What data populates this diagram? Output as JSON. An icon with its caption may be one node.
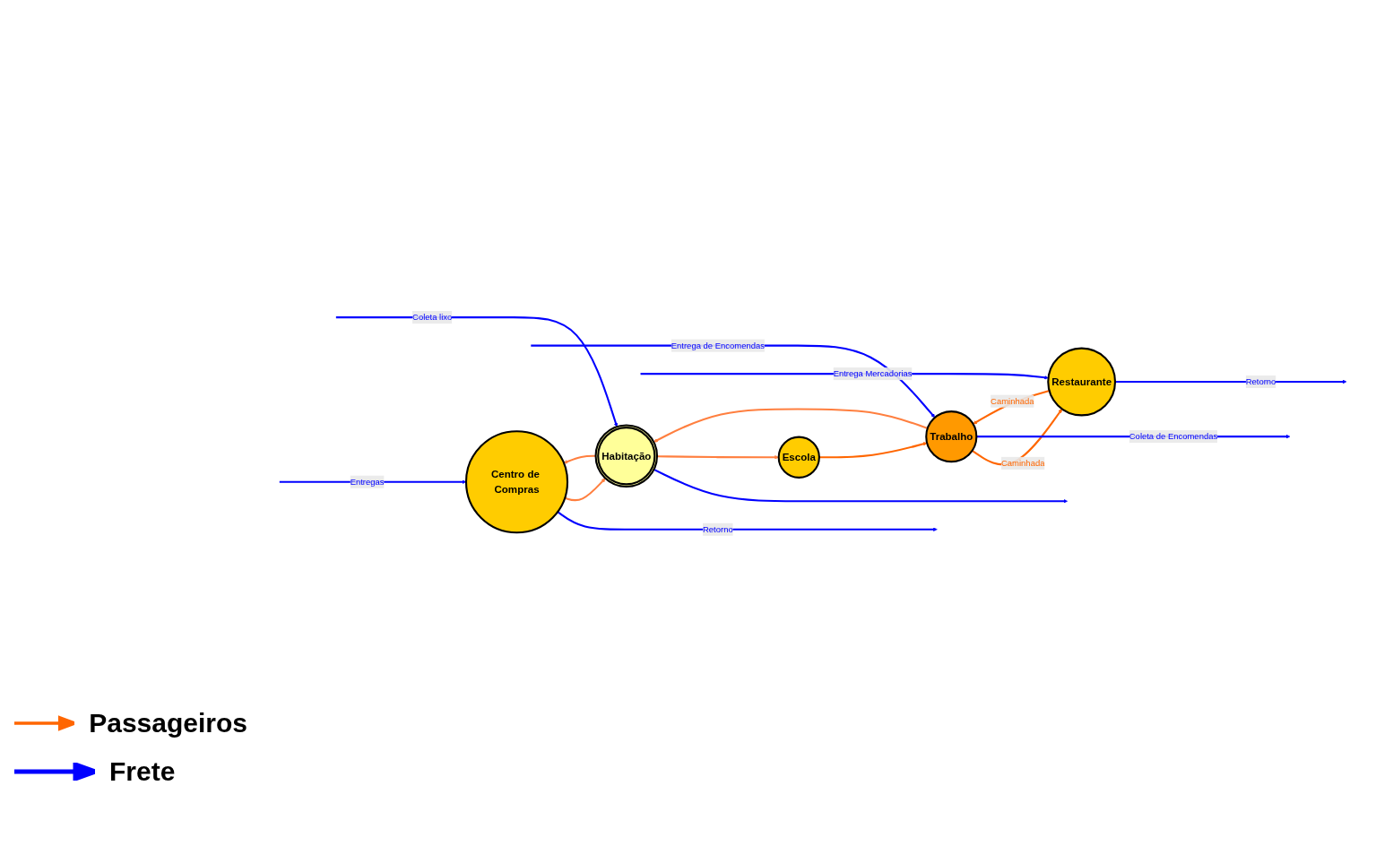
{
  "diagram": {
    "nodes": [
      {
        "text": [
          "Centro de Compras"
        ]
      },
      {
        "text": [
          "Habitação"
        ]
      },
      {
        "text": [
          "Restaurante"
        ]
      },
      {
        "text": [
          "Trabalho"
        ]
      },
      {
        "text": [
          "Escola"
        ]
      }
    ],
    "edges": [
      {
        "from": null,
        "to": 0,
        "arrow": "to",
        "label": "Entregas"
      },
      {
        "from": 0,
        "to": null,
        "arrow": "to",
        "label": "Retorno"
      },
      {
        "from": 0,
        "to": 1,
        "arrow": "to",
        "color": "#ff7f3f"
      },
      {
        "from": 1,
        "to": 0,
        "arrow": "to",
        "color": "#ff7f3f"
      },
      {
        "from": null,
        "to": 1,
        "arrow": "to",
        "label": "Coleta lixo"
      },
      {
        "from": 1,
        "to": null,
        "arrow": "to"
      },
      {
        "from": 1,
        "to": 4,
        "arrow": "to",
        "color": "#ff7f3f"
      },
      {
        "from": 4,
        "to": 3,
        "arrow": "to",
        "color": "#ff6600"
      },
      {
        "from": 3,
        "to": 1,
        "arrow": "to",
        "color": "#ff7f3f"
      },
      {
        "from": 2,
        "to": 3,
        "arrow": "to",
        "label": "Caminhada",
        "color": "#ff6600"
      },
      {
        "from": 3,
        "to": 2,
        "arrow": "to",
        "label": "Caminhada",
        "color": "#ff6600"
      },
      {
        "from": 2,
        "to": null,
        "arrow": "to",
        "label": "Retorno"
      },
      {
        "from": null,
        "to": 2,
        "arrow": "to",
        "label": "Entrega Mercadorias"
      },
      {
        "from": 3,
        "to": null,
        "arrow": "to",
        "label": "Coleta de Encomendas"
      },
      {
        "from": null,
        "to": 3,
        "arrow": "to",
        "label": "Entrega de Encomendas"
      }
    ],
    "legend": [
      {
        "text": "Passageiros"
      },
      {
        "text": "Frete"
      }
    ]
  }
}
